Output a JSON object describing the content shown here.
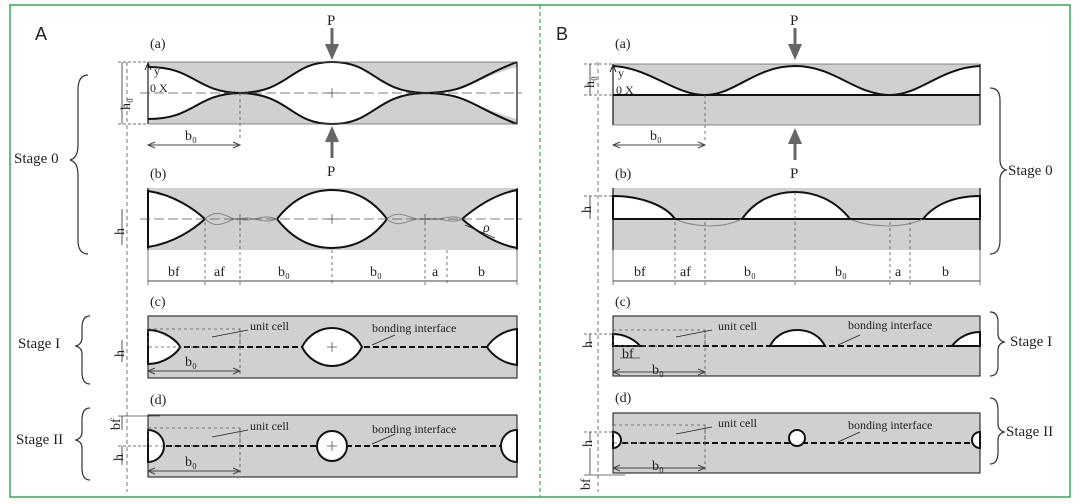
{
  "colors": {
    "frame": "#3aa655",
    "fill_gray": "#d0d0d0",
    "stroke": "#111111",
    "dim_line": "#444444"
  },
  "panels": [
    {
      "letter": "A",
      "sub_a": "(a)",
      "sub_b": "(b)",
      "sub_c": "(c)",
      "sub_d": "(d)",
      "load": "P",
      "axis_y": "y",
      "axis_x": "0 X",
      "h0": "h₀",
      "h": "h",
      "bf": "bf",
      "b0": "b₀",
      "af": "af",
      "a": "a",
      "b": "b",
      "rho": "ρ",
      "unit_cell": "unit cell",
      "bonding_interface": "bonding interface",
      "stage0": "Stage 0",
      "stage1": "Stage I",
      "stage2": "Stage II"
    },
    {
      "letter": "B",
      "sub_a": "(a)",
      "sub_b": "(b)",
      "sub_c": "(c)",
      "sub_d": "(d)",
      "load": "P",
      "axis_y": "y",
      "axis_x": "0 X",
      "h0": "h₀",
      "h": "h",
      "bf": "bf",
      "b0": "b₀",
      "af": "af",
      "a": "a",
      "b": "b",
      "unit_cell": "unit cell",
      "bonding_interface": "bonding interface",
      "stage0": "Stage 0",
      "stage1": "Stage I",
      "stage2": "Stage II"
    }
  ]
}
